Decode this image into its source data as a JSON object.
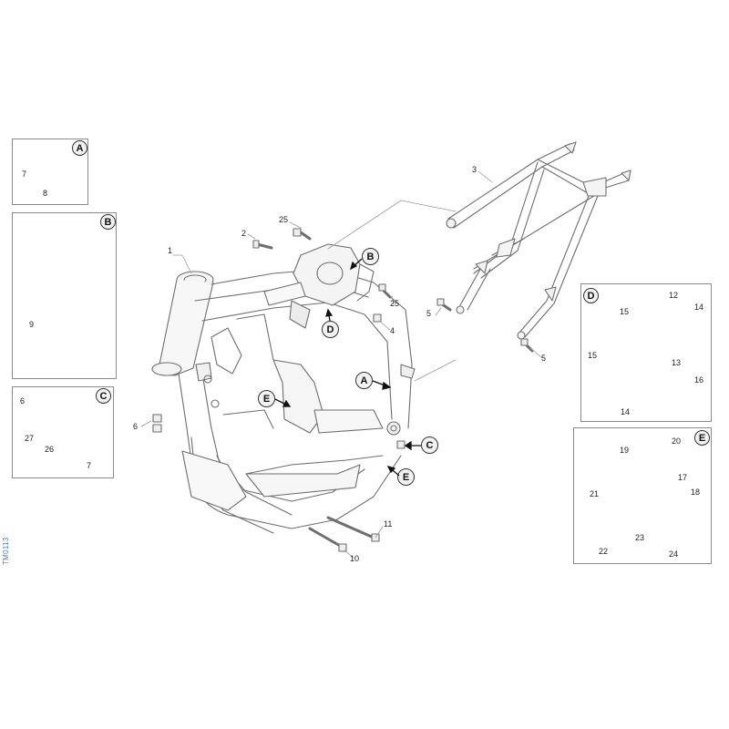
{
  "drawing_code": "TM0113",
  "insets": {
    "A": {
      "badge": "A",
      "parts": [
        "7",
        "8"
      ]
    },
    "B": {
      "badge": "B",
      "parts": [
        "9"
      ]
    },
    "C": {
      "badge": "C",
      "parts": [
        "6",
        "27",
        "26",
        "7"
      ]
    },
    "D": {
      "badge": "D",
      "parts": [
        "12",
        "15",
        "14",
        "15",
        "13",
        "16",
        "14"
      ]
    },
    "E": {
      "badge": "E",
      "parts": [
        "19",
        "20",
        "17",
        "21",
        "18",
        "22",
        "23",
        "24"
      ]
    }
  },
  "main_part_numbers": [
    "1",
    "2",
    "3",
    "25",
    "25",
    "4",
    "5",
    "5",
    "6",
    "10",
    "11"
  ],
  "callouts": [
    "A",
    "B",
    "C",
    "D",
    "E",
    "E"
  ]
}
